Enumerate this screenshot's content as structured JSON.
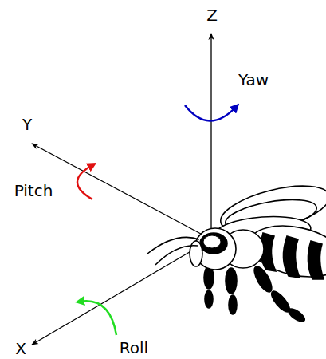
{
  "diagram": {
    "labels": [
      "Z",
      "Yaw",
      "Y",
      "Pitch",
      "X",
      "Roll"
    ]
  }
}
